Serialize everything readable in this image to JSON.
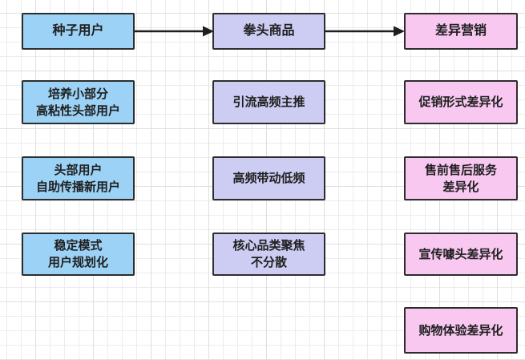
{
  "diagram": {
    "title": "seed-user to differentiated-marketing flow",
    "colors": {
      "node_border": "#2d2d2d",
      "arrow": "#1f1f1f",
      "text": "#1f1f1f",
      "blue_fill": "#9cd2f5",
      "purple_fill": "#cdccf3",
      "pink_fill": "#f8c8f1",
      "grid_minor": "#ececec",
      "grid_major": "#dfdfdf",
      "background": "#ffffff"
    },
    "columns": [
      {
        "id": "seed-users",
        "color": "#9cd2f5",
        "header": "种子用户",
        "items": [
          "培养小部分\n高粘性头部用户",
          "头部用户\n自助传播新用户",
          "稳定模式\n用户规划化"
        ]
      },
      {
        "id": "hero-products",
        "color": "#cdccf3",
        "header": "拳头商品",
        "items": [
          "引流高频主推",
          "高频带动低频",
          "核心品类聚焦\n不分散"
        ]
      },
      {
        "id": "differentiated-marketing",
        "color": "#f8c8f1",
        "header": "差异营销",
        "items": [
          "促销形式差异化",
          "售前售后服务\n差异化",
          "宣传噱头差异化",
          "购物体验差异化"
        ]
      }
    ],
    "connections": [
      {
        "from": "种子用户",
        "to": "拳头商品"
      },
      {
        "from": "拳头商品",
        "to": "差异营销"
      }
    ]
  }
}
